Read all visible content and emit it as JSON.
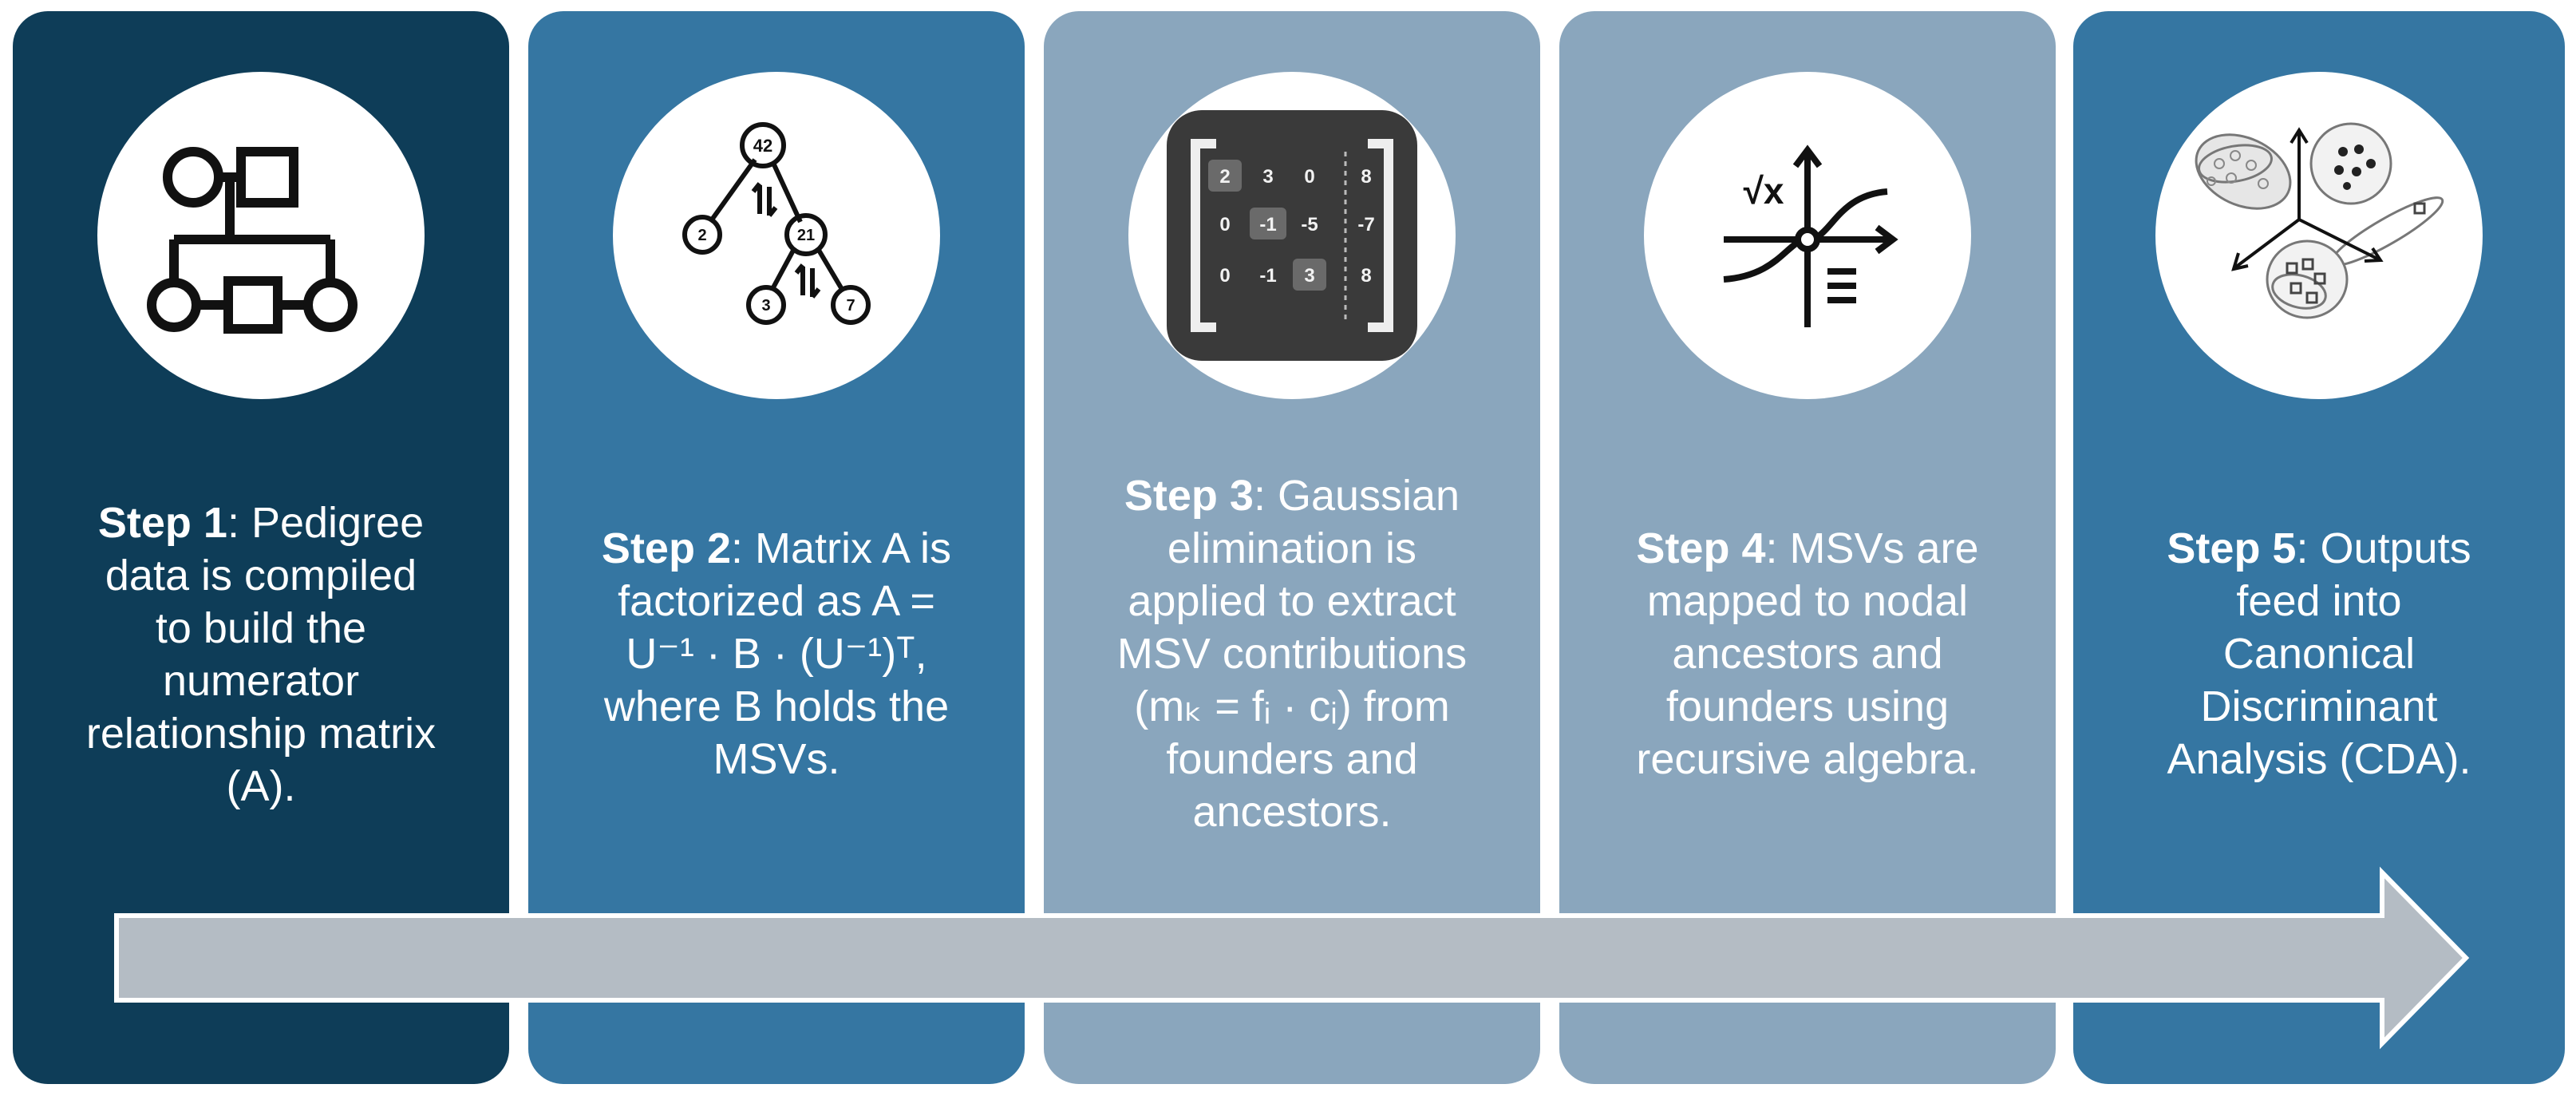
{
  "steps": [
    {
      "label": "Step 1",
      "lines": [
        ": Pedigree",
        "data is compiled",
        "to build the",
        "numerator",
        "relationship matrix",
        "(A)."
      ],
      "icon": "pedigree-icon"
    },
    {
      "label": "Step 2",
      "lines": [
        ": Matrix A is",
        "factorized as A =",
        "U⁻¹ · B · (U⁻¹)ᵀ,",
        "where B holds the",
        "MSVs."
      ],
      "icon": "tree-decomposition-icon"
    },
    {
      "label": "Step 3",
      "lines": [
        ": Gaussian",
        "elimination is",
        "applied to extract",
        "MSV contributions",
        "(mₖ = fᵢ · cᵢ) from",
        "founders and",
        "ancestors."
      ],
      "icon": "matrix-icon",
      "matrix": [
        [
          "2",
          "3",
          "0",
          "8"
        ],
        [
          "0",
          "-1",
          "-5",
          "-7"
        ],
        [
          "0",
          "-1",
          "3",
          "8"
        ]
      ]
    },
    {
      "label": "Step 4",
      "lines": [
        ": MSVs are",
        "mapped to nodal",
        "ancestors and",
        "founders using",
        "recursive algebra."
      ],
      "icon": "function-graph-icon",
      "icon_text": "√x"
    },
    {
      "label": "Step 5",
      "lines": [
        ": Outputs",
        "feed into",
        "Canonical",
        "Discriminant",
        "Analysis (CDA)."
      ],
      "icon": "cluster-plot-icon"
    }
  ],
  "tree_nodes": [
    "42",
    "2",
    "21",
    "3",
    "7"
  ],
  "colors": {
    "dark": "#0e3d58",
    "mid": "#3576a2",
    "light": "#8aa6bd",
    "arrow_fill": "#b4bcc4",
    "arrow_stroke": "#ffffff"
  }
}
